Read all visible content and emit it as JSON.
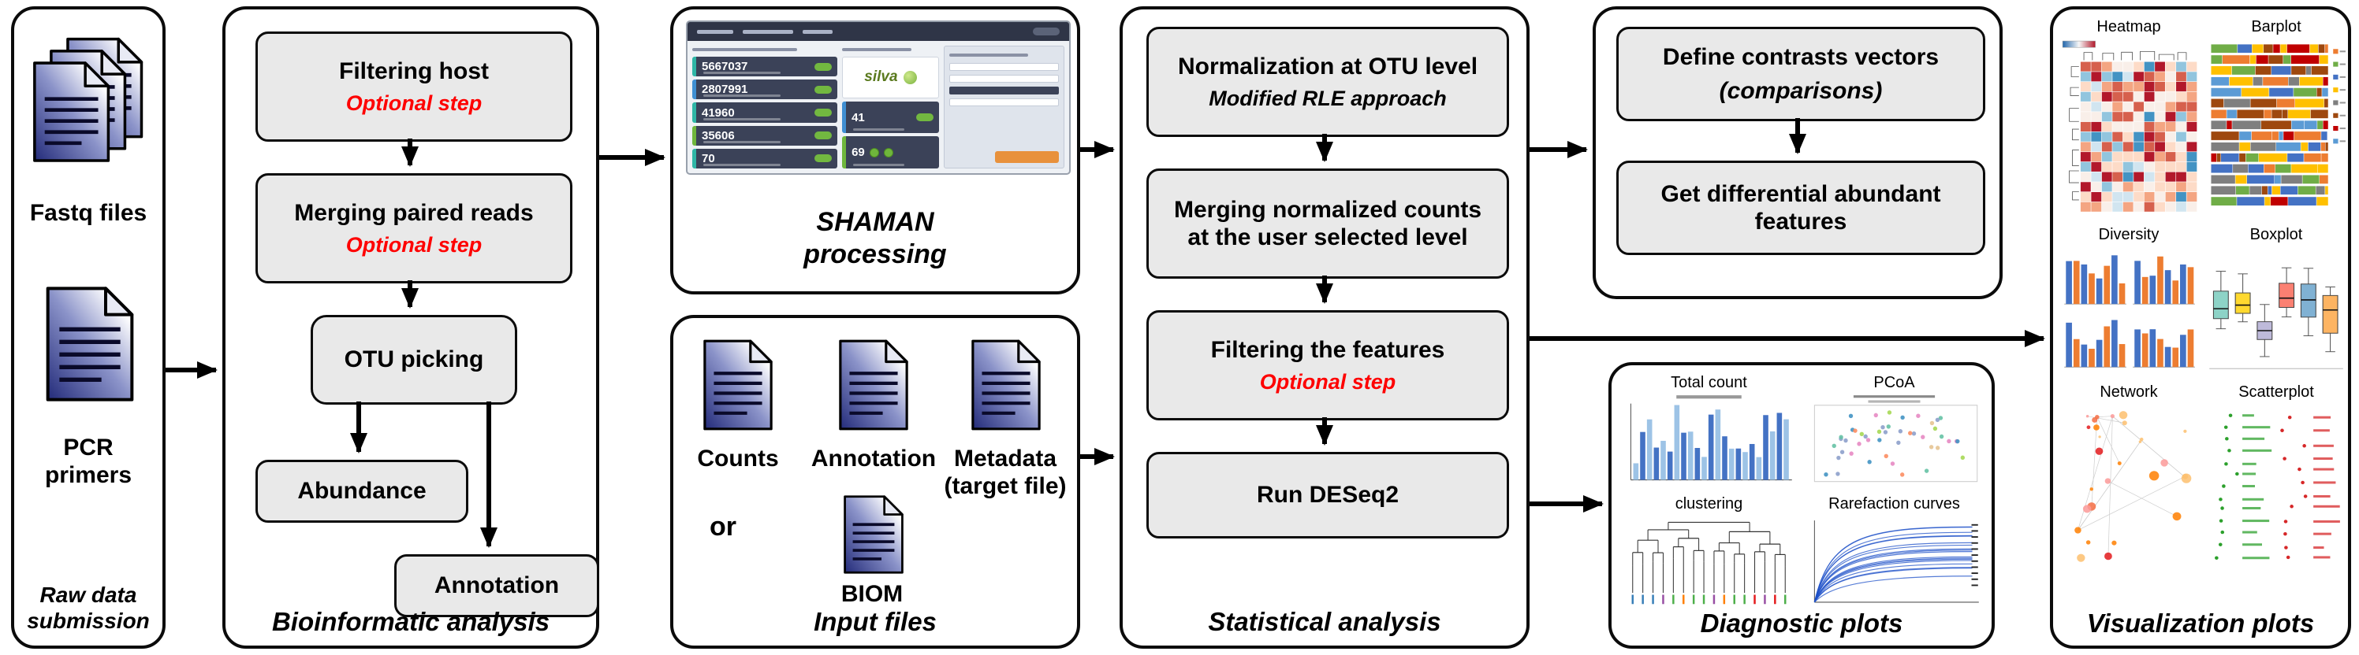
{
  "raw": {
    "fastq_label": "Fastq files",
    "pcr_label": "PCR\nprimers",
    "caption": "Raw data\nsubmission"
  },
  "bioinfo": {
    "caption": "Bioinformatic analysis",
    "filtering_title": "Filtering host",
    "filtering_note": "Optional step",
    "merging_title": "Merging paired reads",
    "merging_note": "Optional step",
    "otu_title": "OTU picking",
    "abundance_title": "Abundance",
    "annotation_title": "Annotation"
  },
  "shaman": {
    "caption": "SHAMAN\nprocessing",
    "brand": "silva",
    "stats": [
      "5667037",
      "2807991",
      "41960",
      "35606",
      "70"
    ],
    "groups": [
      "41",
      "69"
    ]
  },
  "input": {
    "caption": "Input files",
    "counts_label": "Counts",
    "annotation_label": "Annotation",
    "metadata_label": "Metadata\n(target file)",
    "or_label": "or",
    "biom_label": "BIOM"
  },
  "statistical": {
    "caption": "Statistical analysis",
    "norm_title": "Normalization at OTU level",
    "norm_note": "Modified RLE approach",
    "merge_title": "Merging normalized counts\nat the user selected level",
    "filter_title": "Filtering the features",
    "filter_note": "Optional step",
    "deseq_title": "Run DESeq2"
  },
  "contrasts": {
    "define_title": "Define contrasts vectors",
    "define_note": "(comparisons)",
    "get_title": "Get differential abundant\nfeatures"
  },
  "diagnostic": {
    "caption": "Diagnostic plots",
    "plots": [
      "Total count",
      "PCoA",
      "clustering",
      "Rarefaction curves"
    ]
  },
  "visualization": {
    "caption": "Visualization plots",
    "plots": [
      "Heatmap",
      "Barplot",
      "Diversity",
      "Boxplot",
      "Network",
      "Scatterplot"
    ]
  },
  "colors": {
    "optional_step_red": "#fe0000",
    "flow_box_fill": "#e9e9e9",
    "panel_border": "#0b0b0b",
    "doc_icon_navy": "#232b7a",
    "silva_green": "#72a83c",
    "shaman_stat_bg": "#3b4258",
    "shaman_badge_green": "#72b840",
    "heatmap_hot": "#b2182b",
    "heatmap_cold": "#2166ac",
    "bar_blue": "#4472c4",
    "bar_orange": "#ed7d31"
  }
}
